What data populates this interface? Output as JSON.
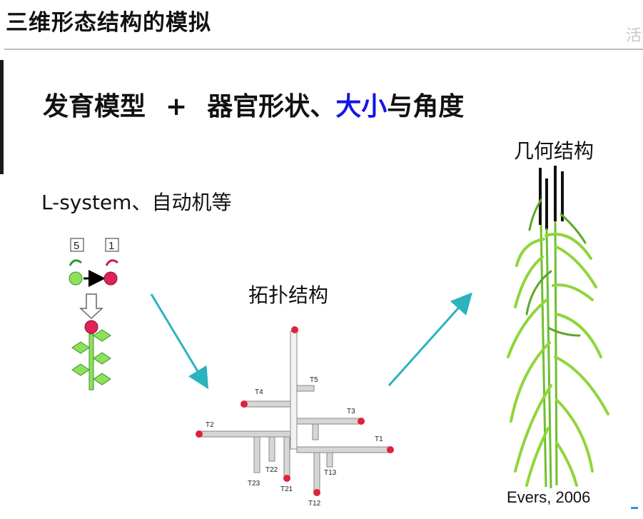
{
  "slide": {
    "title": "三维形态结构的模拟",
    "subtitle_part1": "发育模型",
    "subtitle_plus": "+",
    "subtitle_part2": "器官形状、",
    "subtitle_highlight": "大小",
    "subtitle_part3": "与角度",
    "label_lsystem": "L-system、自动机等",
    "label_topology": "拓扑结构",
    "label_geometry": "几何结构",
    "caption": "Evers, 2006",
    "corner_glyph": "活"
  },
  "lsystem_diagram": {
    "box_left": "5",
    "box_right": "1"
  },
  "topology_labels": {
    "t1": "T1",
    "t2": "T2",
    "t3": "T3",
    "t4": "T4",
    "t5": "T5",
    "t12": "T12",
    "t13": "T13",
    "t21": "T21",
    "t22": "T22",
    "t23": "T23"
  },
  "colors": {
    "arrow": "#2bb3c0",
    "node_red": "#e0223a",
    "leaf_green": "#8ee05a",
    "highlight_blue": "#1515e6"
  }
}
